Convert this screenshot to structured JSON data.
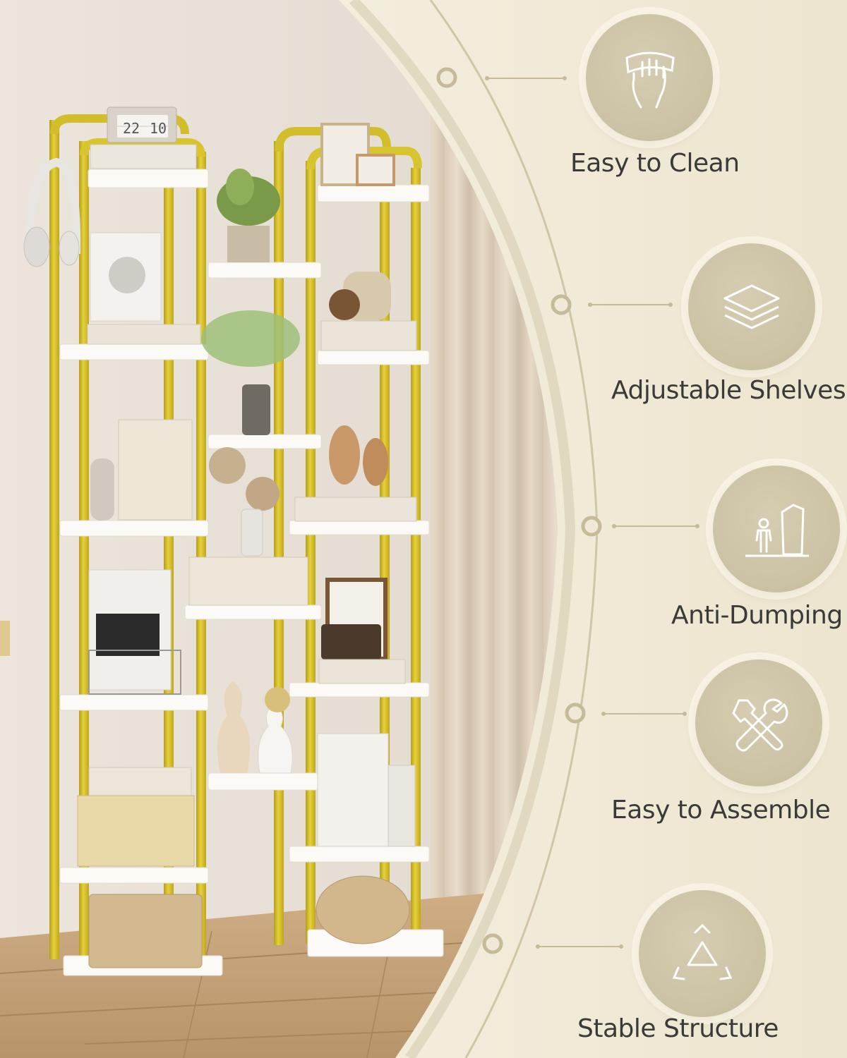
{
  "clock": {
    "hours": "22",
    "minutes": "10"
  },
  "features": [
    {
      "label": "Easy to Clean",
      "icon": "hand-wiping-icon"
    },
    {
      "label": "Adjustable Shelves",
      "icon": "stacked-layers-icon"
    },
    {
      "label": "Anti-Dumping",
      "icon": "person-cabinet-icon"
    },
    {
      "label": "Easy to Assemble",
      "icon": "wrench-screwdriver-icon"
    },
    {
      "label": "Stable Structure",
      "icon": "triangle-arrows-icon"
    }
  ],
  "colors": {
    "accent_gold": "#d7c22d",
    "panel": "#efe9d6",
    "icon_bg": "#cbc1a3",
    "text": "#3a3a38"
  }
}
